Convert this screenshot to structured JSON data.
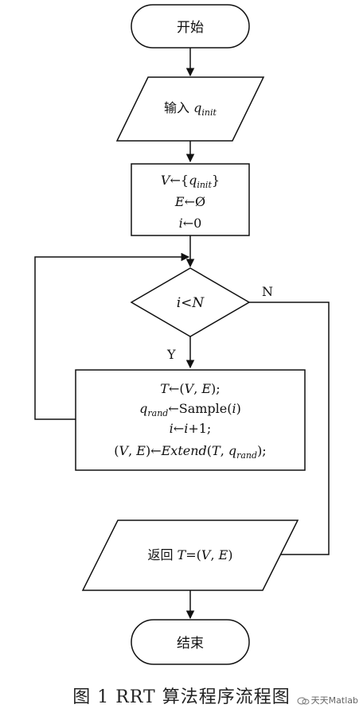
{
  "nodes": {
    "start": "开始",
    "input": {
      "prefix": "输入 ",
      "var": "q",
      "sub": "init"
    },
    "init": {
      "line1": {
        "v": "V",
        "arrow": "←{",
        "q": "q",
        "sub": "init",
        "close": "}"
      },
      "line2": {
        "v": "E",
        "arrow": "←Ø"
      },
      "line3": {
        "v": "i",
        "arrow": "←0"
      }
    },
    "decision": {
      "i": "i",
      "lt": "<",
      "n": "N"
    },
    "loop": {
      "line1": {
        "t": "T",
        "arrow": "←(",
        "v": "V",
        "comma": ", ",
        "e": "E",
        "close": ");"
      },
      "line2": {
        "q": "q",
        "sub": "rand",
        "arrow": "←Sample(",
        "i": "i",
        "close": ")"
      },
      "line3": {
        "i": "i",
        "arrow": "←",
        "i2": "i",
        "rest": "+1;"
      },
      "line4": {
        "open": "(",
        "v": "V",
        "comma": ", ",
        "e": "E",
        "arrow": ")←",
        "ext": "Extend",
        "paren": "(",
        "t": "T",
        "comma2": ", ",
        "q": "q",
        "sub": "rand",
        "close": ");"
      }
    },
    "output": {
      "prefix": "返回 ",
      "t": "T",
      "eq": "=(",
      "v": "V",
      "comma": ", ",
      "e": "E",
      "close": ")"
    },
    "end": "结束"
  },
  "branch_labels": {
    "no": "N",
    "yes": "Y"
  },
  "caption": "图 1   RRT 算法程序流程图",
  "watermark": "天天Matlab"
}
